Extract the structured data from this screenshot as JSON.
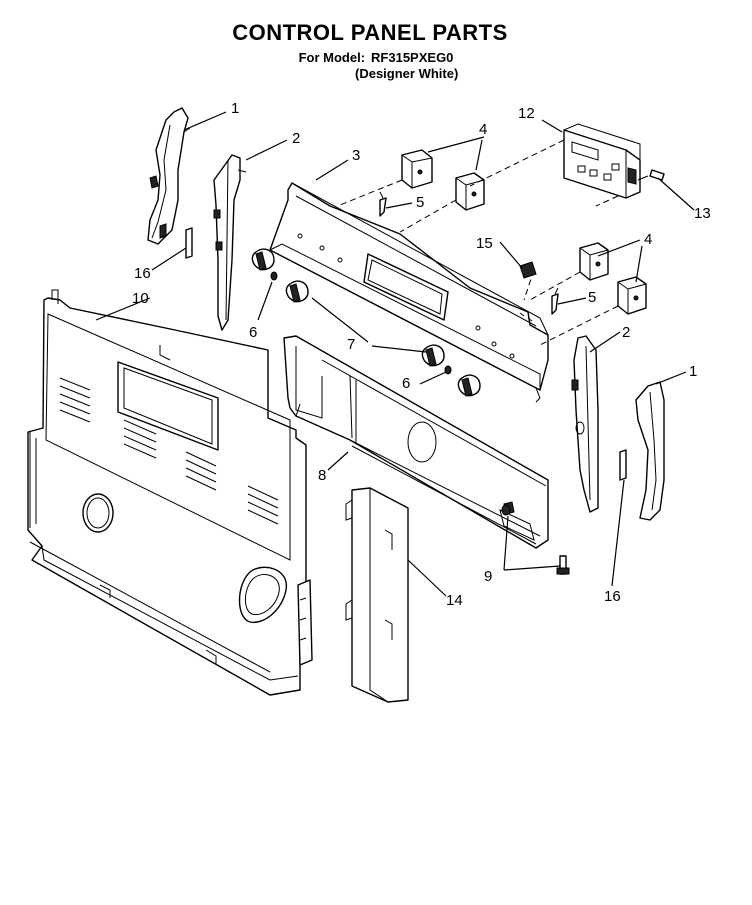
{
  "header": {
    "title": "CONTROL PANEL PARTS",
    "model_prefix": "For Model:",
    "model_number": "RF315PXEG0",
    "color_note": "(Designer White)"
  },
  "callouts": {
    "c1": "1",
    "c2": "2",
    "c3": "3",
    "c4": "4",
    "c5": "5",
    "c6": "6",
    "c7": "7",
    "c8": "8",
    "c9": "9",
    "c10": "10",
    "c12": "12",
    "c13": "13",
    "c14": "14",
    "c15": "15",
    "c16": "16"
  }
}
